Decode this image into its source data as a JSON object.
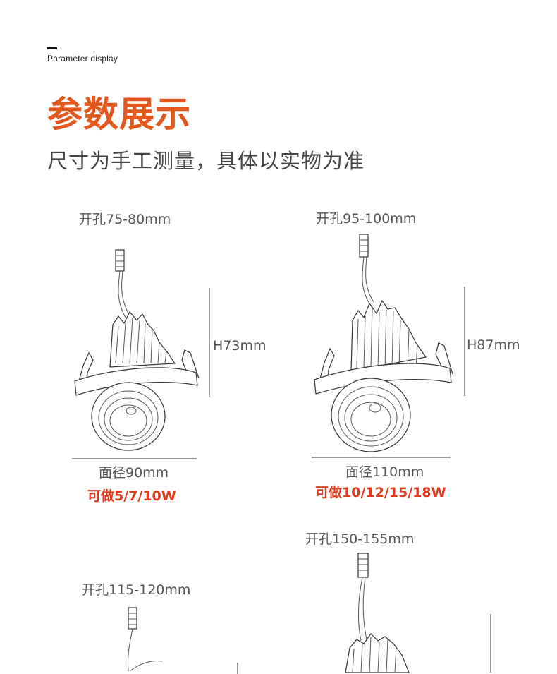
{
  "header": {
    "eyebrow": "Parameter display",
    "title": "参数展示",
    "subtitle": "尺寸为手工测量，具体以实物为准"
  },
  "products": [
    {
      "cutout": "开孔75-80mm",
      "height": "H73mm",
      "face": "面径90mm",
      "wattage": "可做5/7/10W"
    },
    {
      "cutout": "开孔95-100mm",
      "height": "H87mm",
      "face": "面径110mm",
      "wattage": "可做10/12/15/18W"
    },
    {
      "cutout": "开孔115-120mm"
    },
    {
      "cutout": "开孔150-155mm"
    }
  ],
  "colors": {
    "title": "#e2581c",
    "wattage": "#e03a1f",
    "line_art": "#333333"
  }
}
